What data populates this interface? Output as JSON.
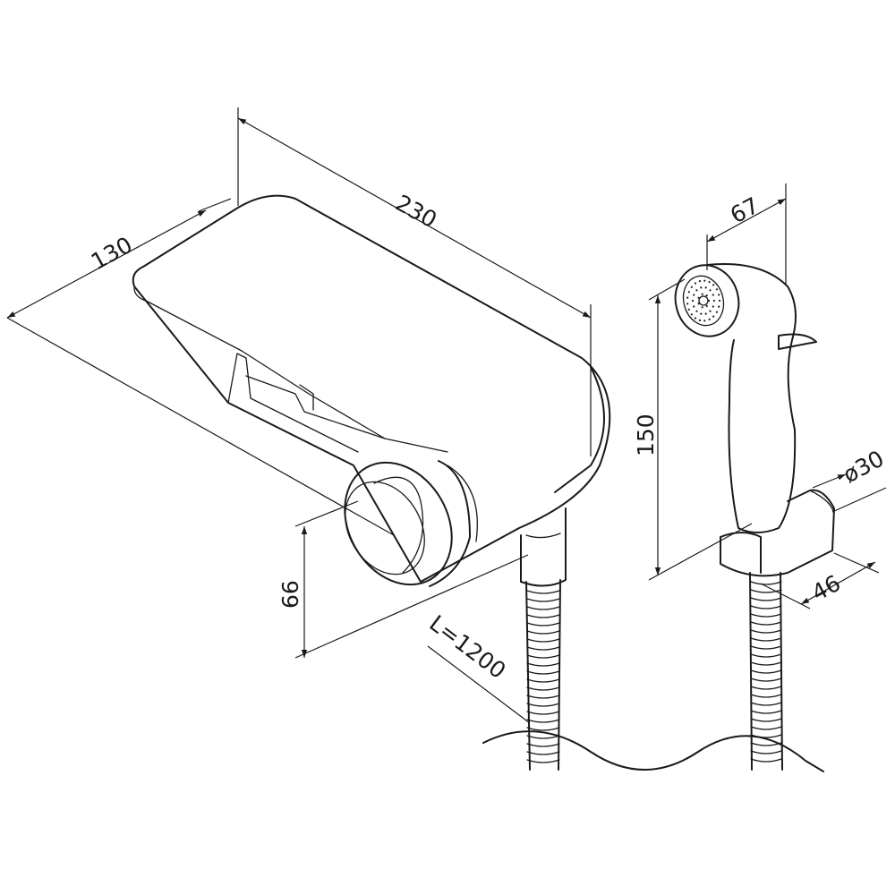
{
  "diagram": {
    "dimensions": {
      "mixer_length": "230",
      "mixer_depth": "130",
      "mixer_height": "66",
      "hose_length": "L=1200",
      "handshower_width": "67",
      "handshower_height": "150",
      "holder_diameter": "ø30",
      "holder_depth": "46"
    }
  }
}
